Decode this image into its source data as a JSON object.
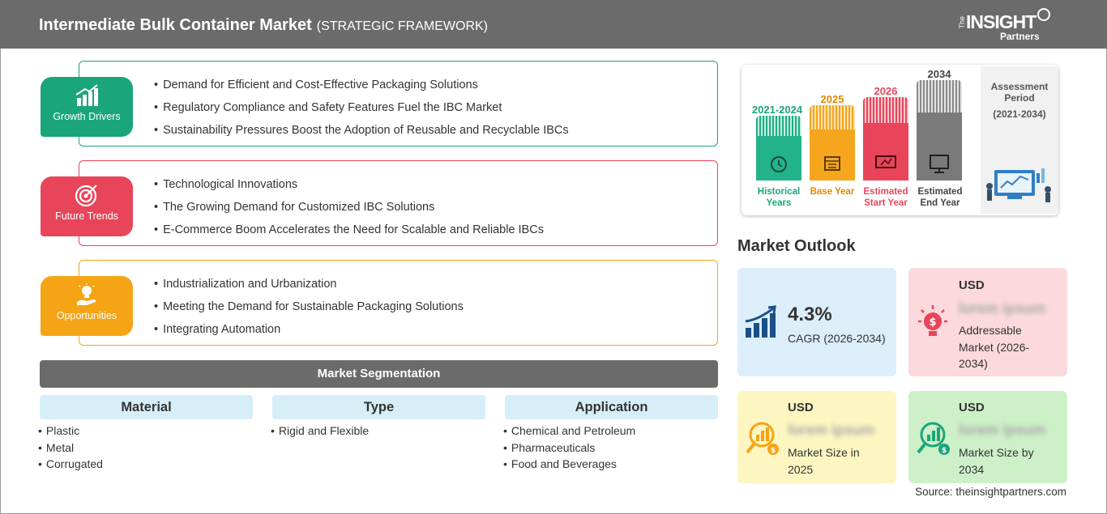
{
  "header": {
    "title": "Intermediate Bulk Container Market",
    "subtitle": "(STRATEGIC FRAMEWORK)",
    "logo": {
      "the": "The",
      "insight": "INSIGHT",
      "partners": "Partners"
    }
  },
  "colors": {
    "drivers": "#1aa57a",
    "trends": "#e8455a",
    "opportunities": "#f4a415",
    "header_bg": "#6b6b6b",
    "historical": "#23b38a",
    "base": "#f5a61d",
    "start": "#e8455a",
    "end": "#7a7a7a",
    "cagr_box": "#dbeefa",
    "addressable_box": "#fbd9dc",
    "size2025_box": "#fdf6c1",
    "size2034_box": "#cdf0c8"
  },
  "drivers": {
    "badge": "Growth Drivers",
    "icon": "bar-chart-growth-icon",
    "items": [
      "Demand for Efficient and Cost-Effective Packaging Solutions",
      "Regulatory Compliance and Safety Features Fuel the IBC Market",
      "Sustainability Pressures Boost the Adoption of Reusable and Recyclable IBCs"
    ]
  },
  "trends": {
    "badge": "Future Trends",
    "icon": "target-icon",
    "items": [
      "Technological Innovations",
      "The Growing Demand for Customized IBC Solutions",
      "E-Commerce Boom Accelerates the Need for Scalable and Reliable IBCs"
    ]
  },
  "opportunities": {
    "badge": "Opportunities",
    "icon": "lightbulb-hand-icon",
    "items": [
      "Industrialization and Urbanization",
      "Meeting the Demand for Sustainable Packaging Solutions",
      "Integrating Automation"
    ]
  },
  "segmentation": {
    "title": "Market Segmentation",
    "columns": [
      {
        "head": "Material",
        "items": [
          "Plastic",
          "Metal",
          "Corrugated"
        ]
      },
      {
        "head": "Type",
        "items": [
          "Rigid and Flexible"
        ]
      },
      {
        "head": "Application",
        "items": [
          "Chemical and Petroleum",
          "Pharmaceuticals",
          "Food and Beverages"
        ]
      }
    ]
  },
  "timeline": {
    "historical": {
      "year": "2021-2024",
      "label": "Historical Years"
    },
    "base": {
      "year": "2025",
      "label": "Base Year"
    },
    "start": {
      "year": "2026",
      "label": "Estimated Start Year"
    },
    "end": {
      "year": "2034",
      "label": "Estimated End Year"
    },
    "assessment": {
      "title": "Assessment Period",
      "period": "(2021-2034)"
    }
  },
  "outlook": {
    "title": "Market Outlook",
    "cagr": {
      "value": "4.3%",
      "label": "CAGR (2026-2034)"
    },
    "addressable": {
      "currency": "USD",
      "value": "lorem ipsum",
      "label": "Addressable Market (2026-2034)"
    },
    "size2025": {
      "currency": "USD",
      "value": "lorem ipsum",
      "label": "Market Size in 2025"
    },
    "size2034": {
      "currency": "USD",
      "value": "lorem ipsum",
      "label": "Market Size by 2034"
    }
  },
  "source": "Source: theinsightpartners.com"
}
